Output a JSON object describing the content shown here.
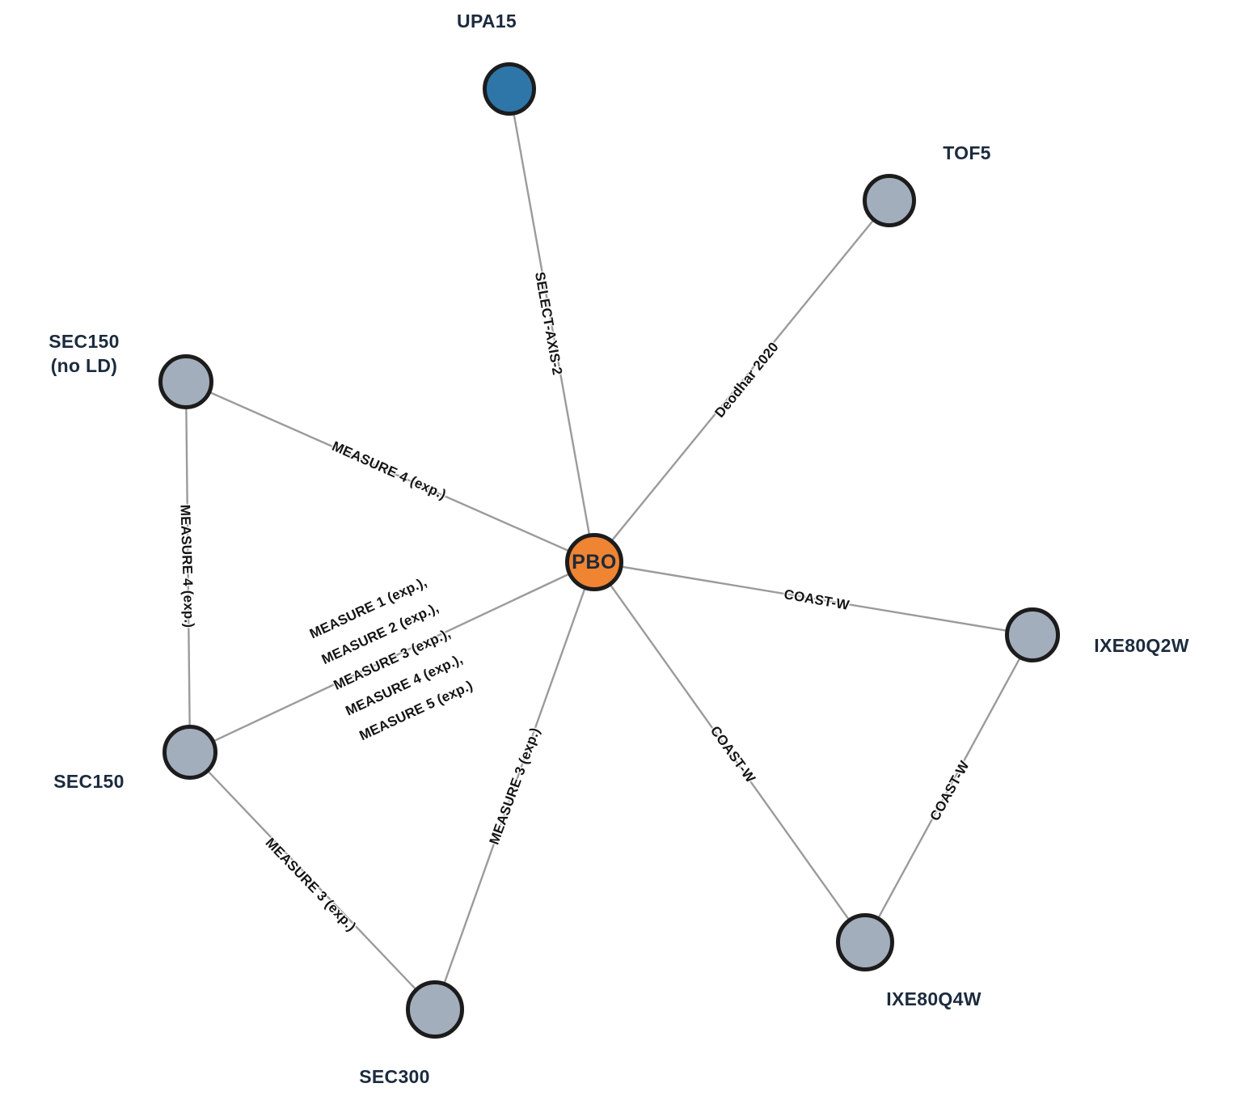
{
  "diagram": {
    "type": "network-graph",
    "colors": {
      "node_gray": "#a3aebd",
      "node_blue": "#2f76a8",
      "node_orange": "#ef8432",
      "node_border": "#1c1c1c",
      "edge_line": "#9b9b9b",
      "node_label_text": "#1c2b3e",
      "edge_label_text": "#141414"
    },
    "nodes": [
      {
        "id": "UPA15",
        "label": "UPA15",
        "color": "#2f76a8"
      },
      {
        "id": "TOF5",
        "label": "TOF5",
        "color": "#a3aebd"
      },
      {
        "id": "SEC150-noLD",
        "label": "SEC150",
        "sublabel": "(no LD)",
        "color": "#a3aebd"
      },
      {
        "id": "PBO",
        "label": "PBO",
        "color": "#ef8432"
      },
      {
        "id": "SEC150",
        "label": "SEC150",
        "color": "#a3aebd"
      },
      {
        "id": "SEC300",
        "label": "SEC300",
        "color": "#a3aebd"
      },
      {
        "id": "IXE80Q2W",
        "label": "IXE80Q2W",
        "color": "#a3aebd"
      },
      {
        "id": "IXE80Q4W",
        "label": "IXE80Q4W",
        "color": "#a3aebd"
      }
    ],
    "edges": [
      {
        "from": "PBO",
        "to": "UPA15",
        "label": "SELECT-AXIS-2"
      },
      {
        "from": "PBO",
        "to": "TOF5",
        "label": "Deodhar 2020"
      },
      {
        "from": "SEC150-noLD",
        "to": "PBO",
        "label": "MEASURE 4 (exp.)"
      },
      {
        "from": "SEC150-noLD",
        "to": "SEC150",
        "label": "MEASURE 4 (exp.)"
      },
      {
        "from": "SEC150",
        "to": "PBO",
        "label_lines": {
          "0": "MEASURE 1 (exp.),",
          "1": "MEASURE 2 (exp.),",
          "2": "MEASURE 3 (exp.),",
          "3": "MEASURE 4 (exp.),",
          "4": "MEASURE 5 (exp.)"
        }
      },
      {
        "from": "SEC150",
        "to": "SEC300",
        "label": "MEASURE 3 (exp.)"
      },
      {
        "from": "SEC300",
        "to": "PBO",
        "label": "MEASURE 3 (exp.)"
      },
      {
        "from": "PBO",
        "to": "IXE80Q2W",
        "label": "COAST-W"
      },
      {
        "from": "PBO",
        "to": "IXE80Q4W",
        "label": "COAST-W"
      },
      {
        "from": "IXE80Q2W",
        "to": "IXE80Q4W",
        "label": "COAST-W"
      }
    ]
  }
}
